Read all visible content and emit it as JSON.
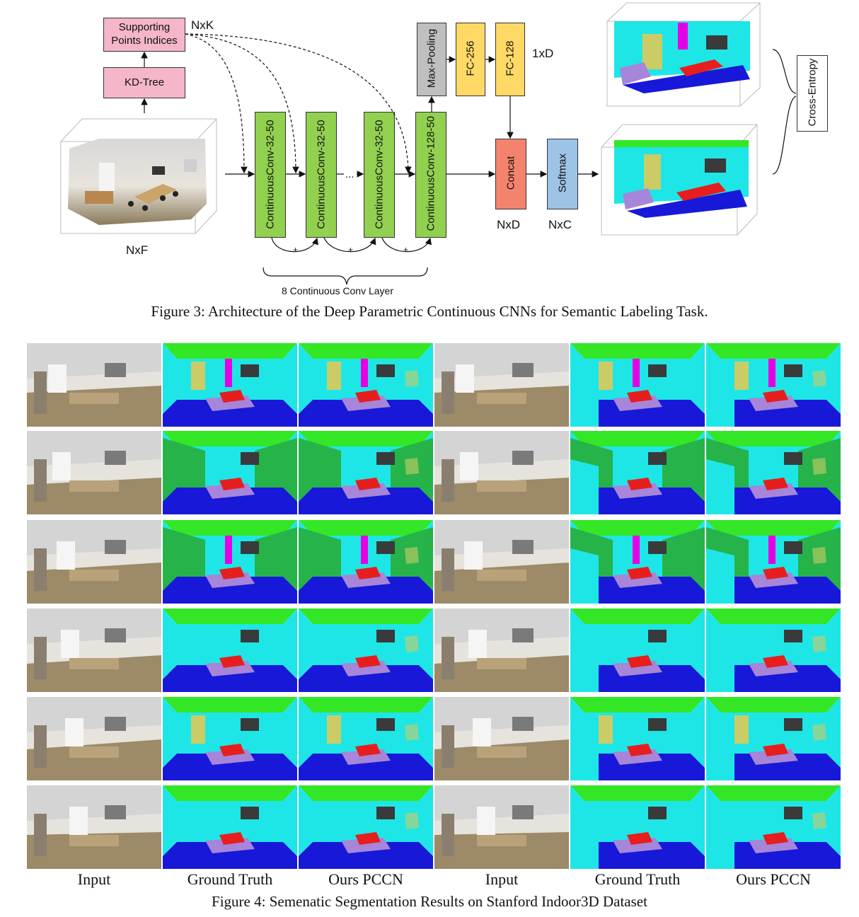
{
  "figure3": {
    "supporting_points_label": "Supporting Points Indices",
    "nxk_label": "NxK",
    "kdtree_label": "KD-Tree",
    "nxf_label": "NxF",
    "conv_labels": [
      "ContinuousConv-32-50",
      "ContinuousConv-32-50",
      "ContinuousConv-32-50",
      "ContinuousConv-128-50"
    ],
    "ellipsis": "...",
    "plus_signs": [
      "+",
      "+",
      "+"
    ],
    "brace_label": "8 Continuous Conv Layer",
    "maxpool_label": "Max-Pooling",
    "fc256_label": "FC-256",
    "fc128_label": "FC-128",
    "onexd_label": "1xD",
    "concat_label": "Concat",
    "nxd_label": "NxD",
    "softmax_label": "Softmax",
    "nxc_label": "NxC",
    "cross_entropy_label": "Cross-Entropy",
    "caption": "Figure 3: Architecture of the Deep Parametric Continuous CNNs for Semantic Labeling Task.",
    "colors": {
      "green": "#92d050",
      "pink": "#f4b6c8",
      "gray": "#bfbfbf",
      "yellow": "#ffd966",
      "salmon": "#f4836e",
      "blue": "#9dc3e6"
    }
  },
  "figure4": {
    "column_labels": [
      "Input",
      "Ground Truth",
      "Ours PCCN",
      "Input",
      "Ground Truth",
      "Ours PCCN"
    ],
    "caption": "Figure 4: Semenatic Segmentation Results on Stanford Indoor3D Dataset",
    "class_colors": {
      "ceiling": "#33e626",
      "wall": "#1ee6e6",
      "floor": "#1818d8",
      "chair": "#e61e1e",
      "table": "#a785d9",
      "bookcase": "#26b34a",
      "board": "#cccc66",
      "beam": "#e600e6",
      "clutter": "#3a3a3a"
    }
  }
}
